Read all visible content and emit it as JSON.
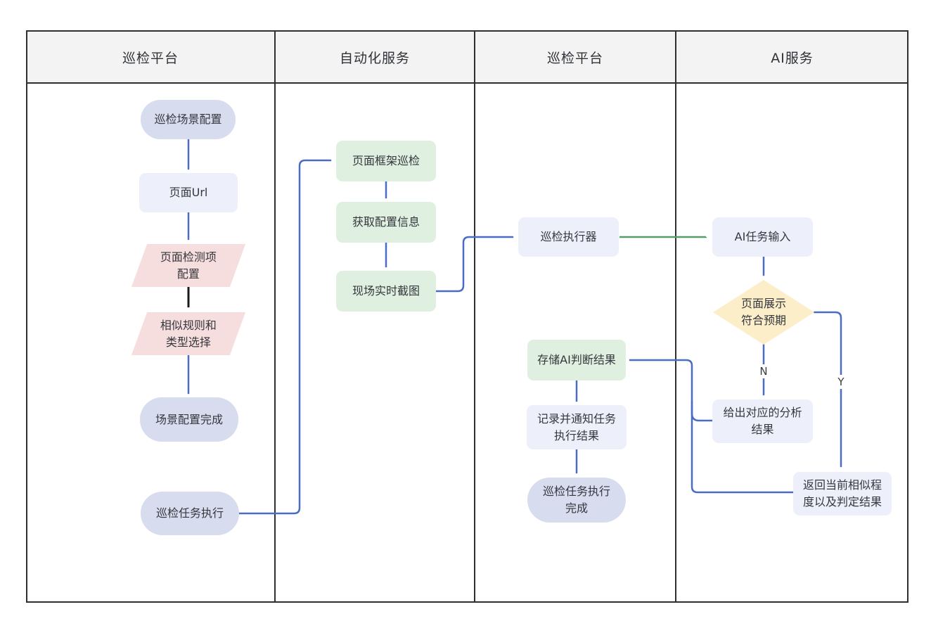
{
  "lanes": [
    {
      "title": "巡检平台"
    },
    {
      "title": "自动化服务"
    },
    {
      "title": "巡检平台"
    },
    {
      "title": "AI服务"
    }
  ],
  "nodes": {
    "scene_config": {
      "lines": [
        "巡检场景配置"
      ]
    },
    "page_url": {
      "lines": [
        "页面Url"
      ]
    },
    "page_check_items": {
      "lines": [
        "页面检测项",
        "配置"
      ]
    },
    "similar_rules": {
      "lines": [
        "相似规则和",
        "类型选择"
      ]
    },
    "scene_config_done": {
      "lines": [
        "场景配置完成"
      ]
    },
    "inspection_task_run": {
      "lines": [
        "巡检任务执行"
      ]
    },
    "page_frame_inspect": {
      "lines": [
        "页面框架巡检"
      ]
    },
    "get_config_info": {
      "lines": [
        "获取配置信息"
      ]
    },
    "live_screenshot": {
      "lines": [
        "现场实时截图"
      ]
    },
    "inspection_executor": {
      "lines": [
        "巡检执行器"
      ]
    },
    "store_ai_result": {
      "lines": [
        "存储AI判断结果"
      ]
    },
    "record_notify": {
      "lines": [
        "记录并通知任务",
        "执行结果"
      ]
    },
    "task_done": {
      "lines": [
        "巡检任务执行",
        "完成"
      ]
    },
    "ai_task_input": {
      "lines": [
        "AI任务输入"
      ]
    },
    "page_as_expected": {
      "lines": [
        "页面展示",
        "符合预期"
      ]
    },
    "analysis_result": {
      "lines": [
        "给出对应的分析",
        "结果"
      ]
    },
    "return_similarity": {
      "lines": [
        "返回当前相似程",
        "度以及判定结果"
      ]
    }
  },
  "edge_labels": {
    "no": "N",
    "yes": "Y"
  },
  "colors": {
    "stadium_fill": "#d8dcef",
    "light_rect_fill": "#edf0fa",
    "green_rect_fill": "#e0f0e0",
    "parallelogram_fill": "#f7dede",
    "diamond_fill": "#fbeec9",
    "arrow_blue": "#4a6cc4",
    "arrow_green": "#579b68",
    "arrow_black": "#1a1a1a",
    "frame_border": "#2f2f2f",
    "header_bg": "#f3f3f3",
    "text": "#34373d"
  }
}
